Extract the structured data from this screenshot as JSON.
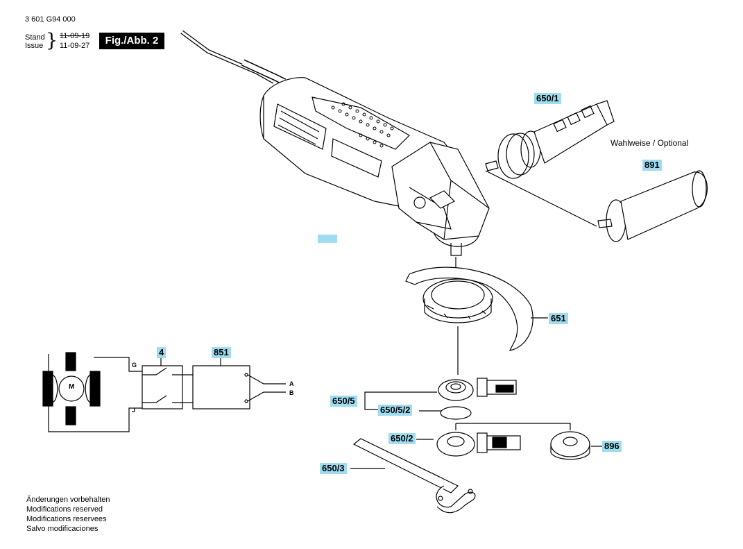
{
  "header": {
    "doc_number": "3 601 G94 000",
    "stand_label": "Stand",
    "issue_label": "Issue",
    "stand_date": "11-09-19",
    "issue_date": "11-09-27",
    "figure_label": "Fig./Abb. 2"
  },
  "optional_note": "Wahlweise / Optional",
  "callouts": {
    "handle_main": "650/1",
    "handle_alt": "891",
    "guard": "651",
    "switch": "4",
    "electronics": "851",
    "flange_set": "650/5",
    "ring": "650/5/2",
    "flange": "650/2",
    "nut": "896",
    "wrench": "650/3"
  },
  "wiring": {
    "motor": "M",
    "g": "G",
    "j": "J",
    "a": "A",
    "b": "B"
  },
  "footer_notes": [
    "Änderungen vorbehalten",
    "Modifications reserved",
    "Modifications reservees",
    "Salvo modificaciones"
  ]
}
